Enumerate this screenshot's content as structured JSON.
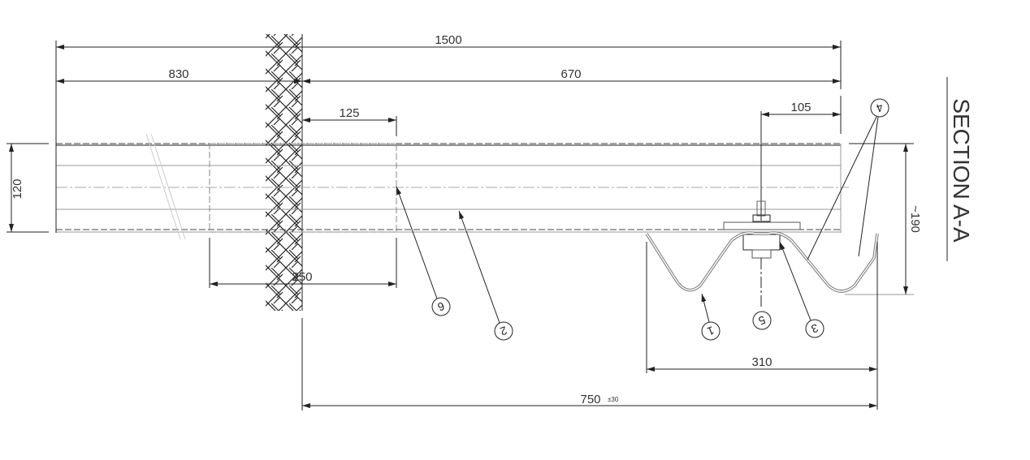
{
  "title": "SECTION A-A",
  "dimensions": {
    "total": "1500",
    "left": "830",
    "right": "670",
    "sleeve_half": "125",
    "sleeve": "250",
    "height": "120",
    "offset": "105",
    "profile_height": "~190",
    "profile_width": "310",
    "distance": "750",
    "tolerance": "±30"
  },
  "balloons": [
    "1",
    "2",
    "3",
    "4",
    "5",
    "6"
  ]
}
